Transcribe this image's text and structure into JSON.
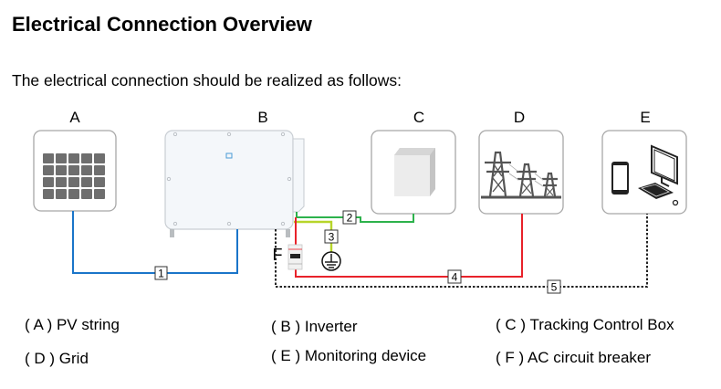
{
  "title": "Electrical Connection Overview",
  "intro": "The electrical connection should be realized as follows:",
  "components": {
    "a": {
      "letter": "A",
      "icon": "pv-panel-icon"
    },
    "b": {
      "letter": "B",
      "icon": "inverter-icon"
    },
    "c": {
      "letter": "C",
      "icon": "control-box-icon"
    },
    "d": {
      "letter": "D",
      "icon": "power-tower-icon"
    },
    "e": {
      "letter": "E",
      "icon": "smartphone-computer-icon"
    },
    "f": {
      "letter": "F",
      "icon": "circuit-breaker-icon"
    }
  },
  "wires": [
    {
      "label": "1",
      "color": "#1a75c9",
      "from": "A",
      "to": "B"
    },
    {
      "label": "2",
      "color": "#2db24c",
      "from": "B",
      "to": "C"
    },
    {
      "label": "3",
      "color": "#9ccc2a",
      "from": "B",
      "to": "ground"
    },
    {
      "label": "4",
      "color": "#e8222a",
      "from": "B",
      "to": "D"
    },
    {
      "label": "5",
      "color": "#222222",
      "style": "dotted",
      "from": "B",
      "to": "E"
    }
  ],
  "legend": [
    {
      "key": "( A )",
      "label": "PV string"
    },
    {
      "key": "( B )",
      "label": "Inverter"
    },
    {
      "key": "( C )",
      "label": "Tracking Control Box"
    },
    {
      "key": "( D )",
      "label": "Grid"
    },
    {
      "key": "( E )",
      "label": "Monitoring device"
    },
    {
      "key": "( F )",
      "label": "AC circuit breaker"
    }
  ]
}
